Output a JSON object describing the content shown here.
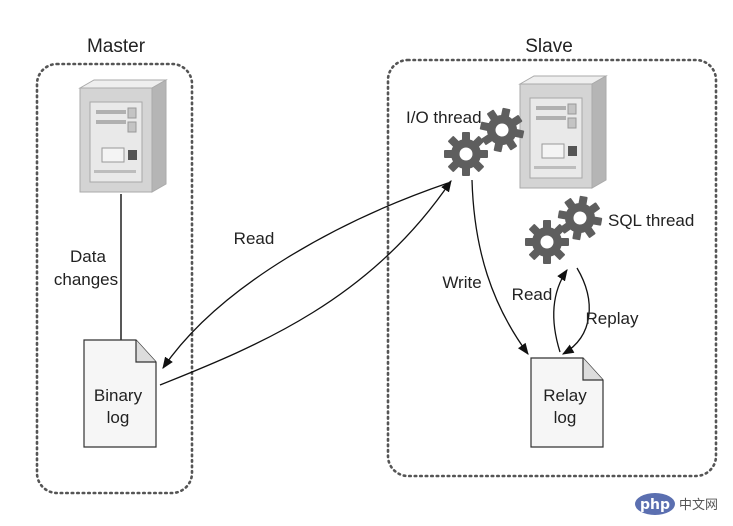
{
  "master": {
    "title": "Master",
    "edge_label_line1": "Data",
    "edge_label_line2": "changes"
  },
  "master_file": {
    "line1": "Binary",
    "line2": "log"
  },
  "slave": {
    "title": "Slave"
  },
  "io_thread": {
    "label": "I/O thread"
  },
  "sql_thread": {
    "label": "SQL thread"
  },
  "relay_file": {
    "line1": "Relay",
    "line2": "log"
  },
  "edges": {
    "read_binary": "Read",
    "write_relay": "Write",
    "read_relay": "Read",
    "replay": "Replay"
  },
  "watermark": {
    "logo": "php",
    "site": "中文网"
  },
  "colors": {
    "gear": "#5e5e5e",
    "server_body": "#d4d4d4",
    "dotted_border": "#555555",
    "watermark_badge": "#5b6fb0"
  }
}
